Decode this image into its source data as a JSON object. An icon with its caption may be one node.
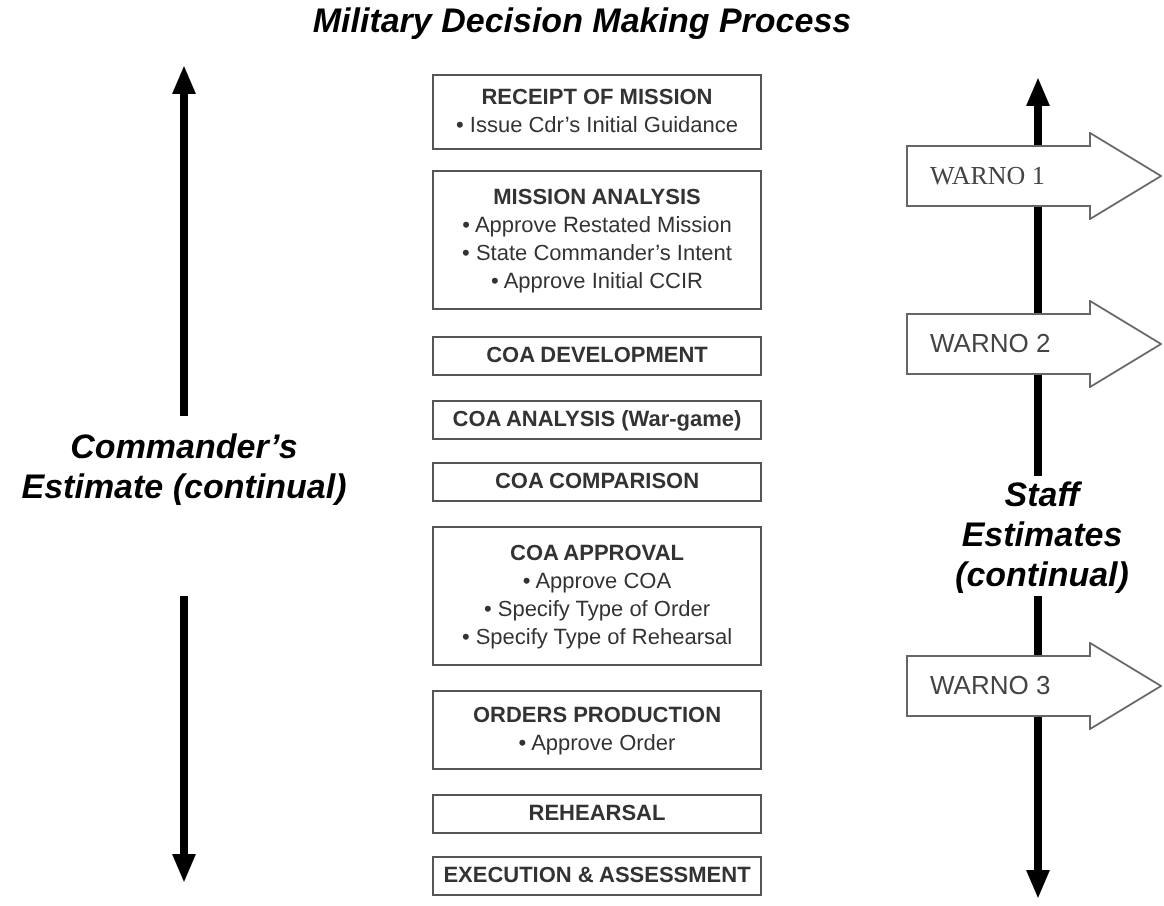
{
  "diagram": {
    "title": "Military Decision Making Process",
    "nodes": [
      {
        "text": [
          "RECEIPT OF MISSION",
          "• Issue Cdr’s Initial Guidance"
        ]
      },
      {
        "text": [
          "MISSION ANALYSIS",
          "• Approve Restated Mission",
          "• State Commander’s Intent",
          "• Approve Initial CCIR"
        ]
      },
      {
        "text": [
          "COA DEVELOPMENT"
        ]
      },
      {
        "text": [
          "COA ANALYSIS (War-game)"
        ]
      },
      {
        "text": [
          "COA COMPARISON"
        ]
      },
      {
        "text": [
          "COA APPROVAL",
          "• Approve COA",
          "• Specify Type of Order",
          "• Specify Type of Rehearsal"
        ]
      },
      {
        "text": [
          "ORDERS PRODUCTION",
          "• Approve Order"
        ]
      },
      {
        "text": [
          "REHEARSAL"
        ]
      },
      {
        "text": [
          "EXECUTION & ASSESSMENT"
        ]
      },
      {
        "text": [
          "WARNO 1"
        ]
      },
      {
        "text": [
          "WARNO 2"
        ]
      },
      {
        "text": [
          "WARNO 3"
        ]
      }
    ],
    "labels": [
      "Commander’s Estimate (continual)",
      "Staff Estimates (continual)"
    ]
  }
}
